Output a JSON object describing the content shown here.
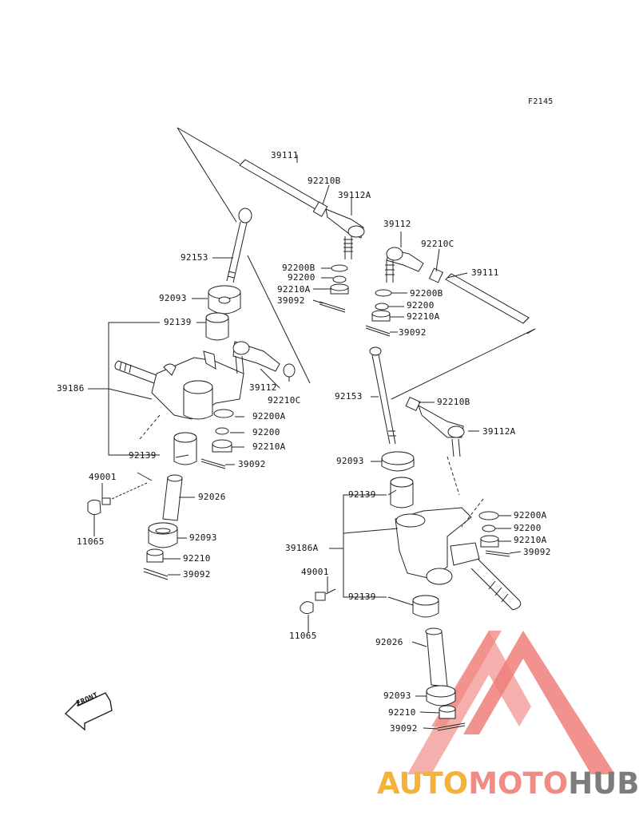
{
  "diagram_code": "F2145",
  "brand": {
    "part1": "AUTO",
    "part2": "MOTO",
    "part3": "HUB",
    "colors": {
      "part1": "#f5b23a",
      "part2": "#f08b86",
      "part3": "#7c7c7c",
      "logo": "#ef7f7a"
    },
    "icon": "triangle-logo-icon"
  },
  "front_marker": "FRONT",
  "left_assembly": {
    "tie_rod": "39111",
    "locknut_b": "92210B",
    "tie_rod_end_a": "39112A",
    "bolt": "92153",
    "washer_b": "92200B",
    "washer": "92200",
    "nut_a": "92210A",
    "cotter_pin": "39092",
    "collar_top": "92093",
    "bushing_top": "92139",
    "knuckle": "39186",
    "tie_rod_end": "39112",
    "locknut_c": "92210C",
    "washer_a": "92200A",
    "washer2": "92200",
    "nut_a2": "92210A",
    "bushing_bottom": "92139",
    "cotter_pin2": "39092",
    "grease_fitting": "49001",
    "cap": "11065",
    "sleeve": "92026",
    "collar_bottom": "92093",
    "nut": "92210",
    "cotter_pin3": "39092"
  },
  "right_assembly": {
    "tie_rod_end": "39112",
    "locknut_c": "92210C",
    "tie_rod": "39111",
    "washer_b": "92200B",
    "washer": "92200",
    "nut_a": "92210A",
    "cotter_pin": "39092",
    "bolt": "92153",
    "locknut_b": "92210B",
    "tie_rod_end_a": "39112A",
    "collar_top": "92093",
    "bushing_top": "92139",
    "washer_a": "92200A",
    "washer2": "92200",
    "nut_a2": "92210A",
    "knuckle": "39186A",
    "cotter_pin2": "39092",
    "grease_fitting": "49001",
    "bushing_bottom": "92139",
    "cap": "11065",
    "sleeve": "92026",
    "collar_bottom": "92093",
    "nut": "92210",
    "cotter_pin3": "39092"
  }
}
